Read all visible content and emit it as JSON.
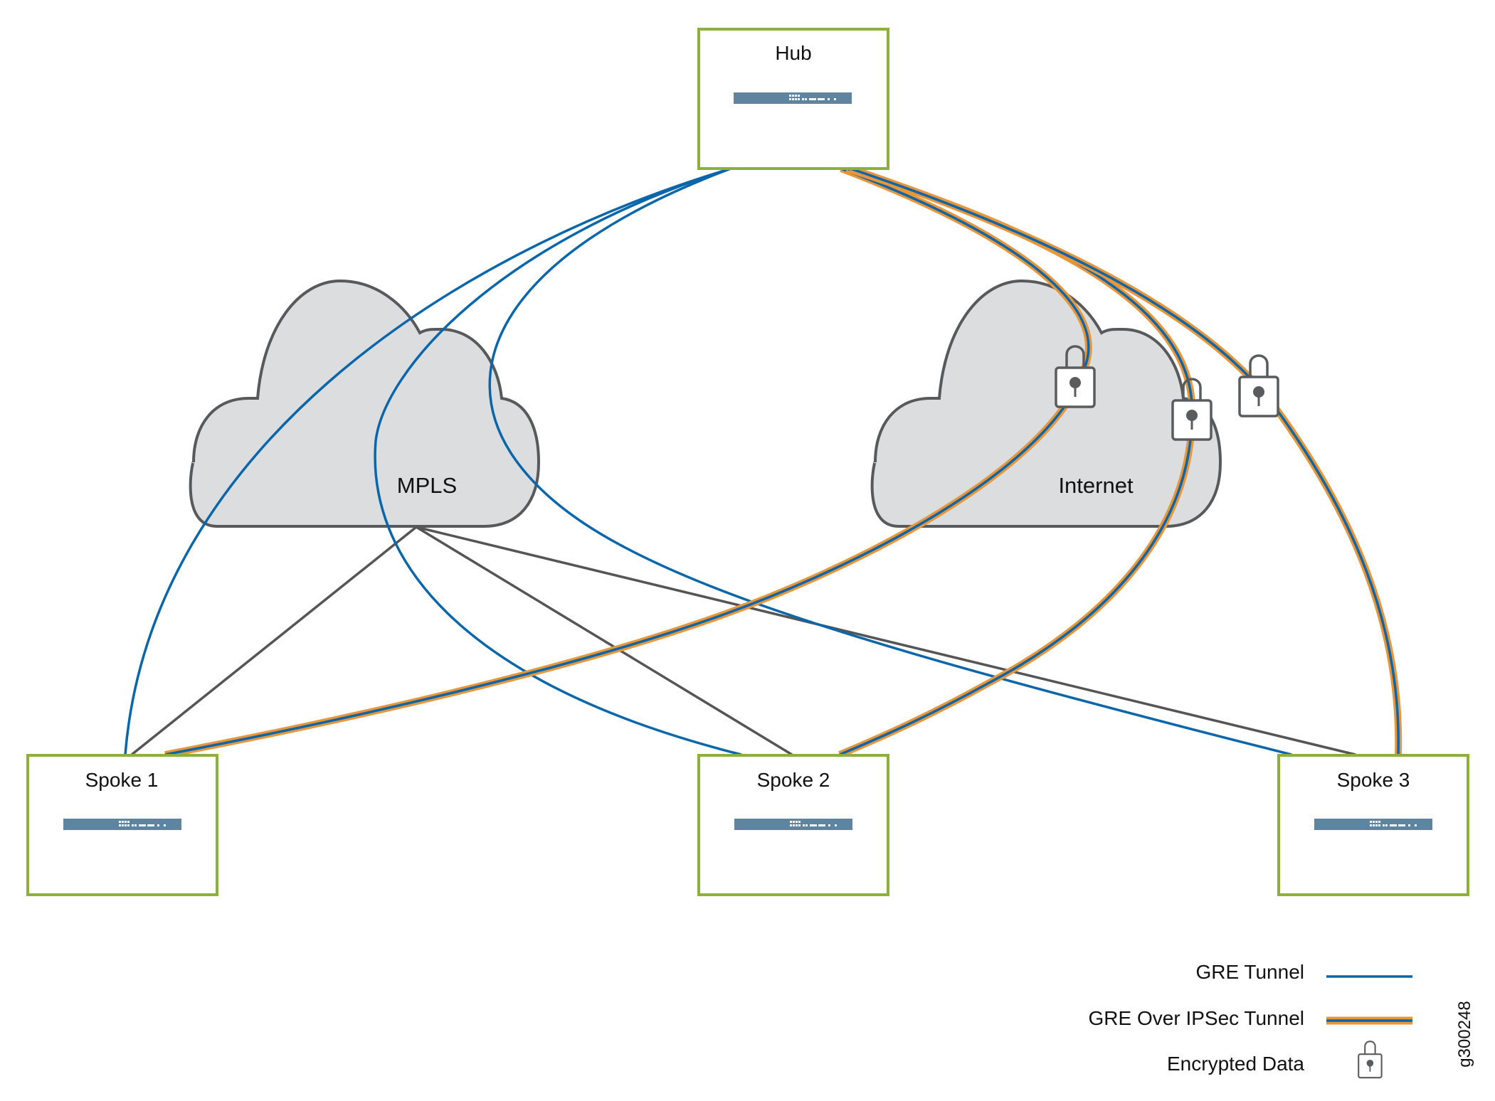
{
  "nodes": {
    "hub": {
      "label": "Hub"
    },
    "spoke1": {
      "label": "Spoke 1"
    },
    "spoke2": {
      "label": "Spoke 2"
    },
    "spoke3": {
      "label": "Spoke 3"
    }
  },
  "clouds": {
    "mpls": {
      "label": "MPLS"
    },
    "internet": {
      "label": "Internet"
    }
  },
  "links": {
    "gre_tunnels": [
      {
        "from": "Hub",
        "to": "Spoke 1",
        "type": "GRE Tunnel",
        "via": "MPLS"
      },
      {
        "from": "Hub",
        "to": "Spoke 2",
        "type": "GRE Tunnel",
        "via": "MPLS"
      },
      {
        "from": "Hub",
        "to": "Spoke 3",
        "type": "GRE Tunnel",
        "via": "MPLS"
      }
    ],
    "gre_over_ipsec_tunnels": [
      {
        "from": "Hub",
        "to": "Spoke 1",
        "type": "GRE Over IPSec Tunnel",
        "via": "Internet",
        "encrypted": true
      },
      {
        "from": "Hub",
        "to": "Spoke 2",
        "type": "GRE Over IPSec Tunnel",
        "via": "Internet",
        "encrypted": true
      },
      {
        "from": "Hub",
        "to": "Spoke 3",
        "type": "GRE Over IPSec Tunnel",
        "via": "Internet",
        "encrypted": true
      }
    ],
    "mpls_access": [
      {
        "from": "MPLS",
        "to": "Spoke 1"
      },
      {
        "from": "MPLS",
        "to": "Spoke 2"
      },
      {
        "from": "MPLS",
        "to": "Spoke 3"
      }
    ]
  },
  "legend": {
    "gre_tunnel": "GRE Tunnel",
    "gre_over_ipsec": "GRE Over IPSec Tunnel",
    "encrypted_data": "Encrypted Data"
  },
  "figure_id": "g300248",
  "colors": {
    "node_border": "#8DAF3C",
    "device": "#5E84A0",
    "gre_blue": "#0A66AA",
    "ipsec_orange": "#E8963A",
    "mpls_gray": "#555555",
    "cloud_fill": "#DCDDDF",
    "cloud_stroke": "#58595B"
  }
}
